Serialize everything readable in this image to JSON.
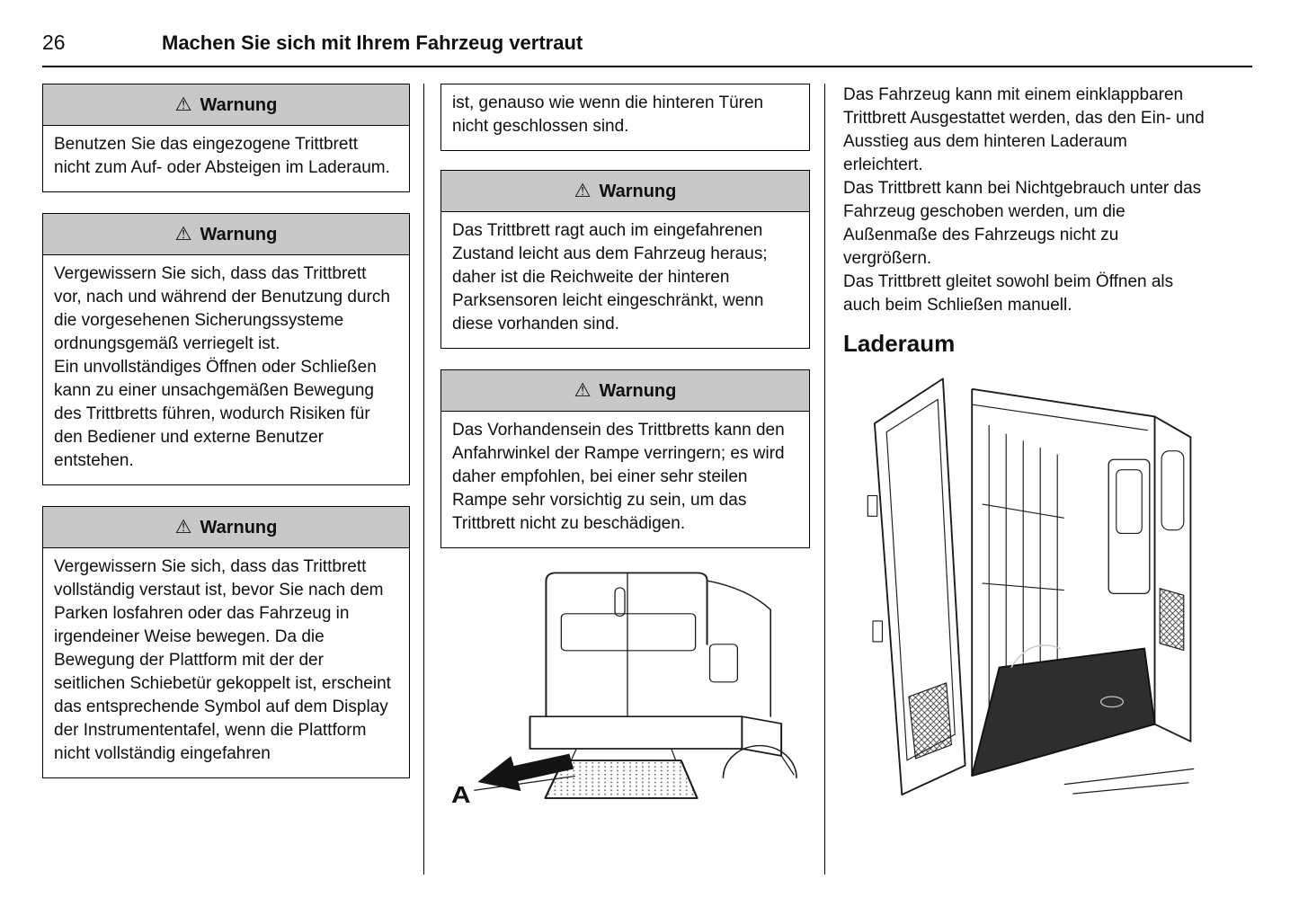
{
  "page": {
    "number": "26",
    "title": "Machen Sie sich mit Ihrem Fahrzeug vertraut"
  },
  "warning": {
    "icon": "⚠",
    "label": "Warnung"
  },
  "col1": {
    "warning1_body": "Benutzen Sie das eingezogene Trittbrett nicht zum Auf- oder Absteigen im Laderaum.",
    "warning2_body": "Vergewissern Sie sich, dass das Trittbrett vor, nach und während der Benutzung durch die vorgesehenen Sicherungssysteme ordnungsgemäß verriegelt ist.\nEin unvollständiges Öffnen oder Schließen kann zu einer unsachgemäßen Bewegung des Trittbretts führen, wodurch Risiken für den Bediener und externe Benutzer entstehen.",
    "warning3_body": "Vergewissern Sie sich, dass das Trittbrett vollständig verstaut ist, bevor Sie nach dem Parken losfahren oder das Fahrzeug in irgendeiner Weise bewegen. Da die Bewegung der Plattform mit der der seitlichen Schiebetür gekoppelt ist, erscheint das entsprechende Symbol auf dem Display der Instrumententafel, wenn die Plattform nicht vollständig eingefahren"
  },
  "col2": {
    "continuation_text": "ist, genauso wie wenn die hinteren Türen nicht geschlossen sind.",
    "warning4_body": "Das Trittbrett ragt auch im eingefahrenen Zustand leicht aus dem Fahrzeug heraus; daher ist die Reichweite der hinteren Parksensoren leicht eingeschränkt, wenn diese vorhanden sind.",
    "warning5_body": "Das Vorhandensein des Trittbretts kann den Anfahrwinkel der Rampe verringern; es wird daher empfohlen, bei einer sehr steilen Rampe sehr vorsichtig zu sein, um das Trittbrett nicht zu beschädigen.",
    "figure_label": "A"
  },
  "col3": {
    "intro_text": "Das Fahrzeug kann mit einem einklappbaren Trittbrett Ausgestattet werden, das den Ein- und Ausstieg aus dem hinteren Laderaum erleichtert.\nDas Trittbrett kann bei Nichtgebrauch unter das Fahrzeug geschoben werden, um die Außenmaße des Fahrzeugs nicht zu vergrößern.\nDas Trittbrett gleitet sowohl beim Öffnen als auch beim Schließen manuell.",
    "heading": "Laderaum"
  },
  "colors": {
    "warning_header_bg": "#c8c8c8",
    "box_border": "#000000",
    "line_ink": "#1c1c1c",
    "floor_fill": "#2e2e2e"
  }
}
